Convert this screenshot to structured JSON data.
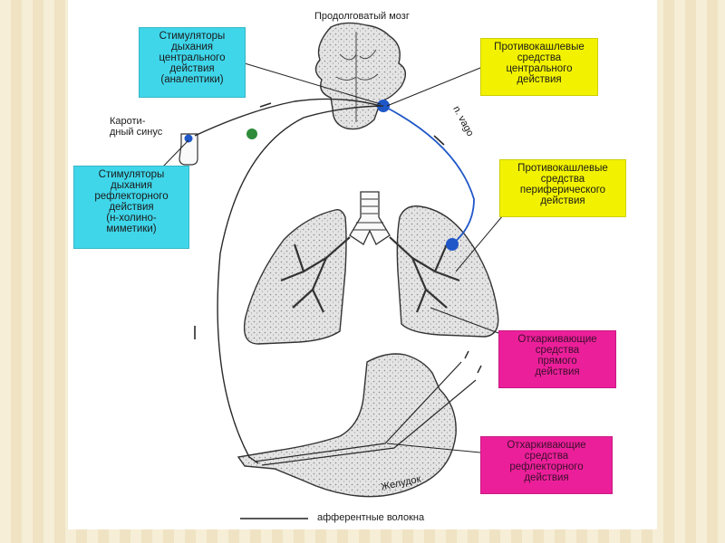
{
  "labels": {
    "brainstem": "Продолговатый мозг",
    "carotid_sinus": "Кароти-\nдный синус",
    "vagus": "n. vago",
    "stomach": "Желудок",
    "legend": "афферентные волокна"
  },
  "boxes": {
    "central_stimulants": "Стимуляторы\nдыхания\nцентрального\nдействия\n(аналептики)",
    "central_antitussives": "Противокашлевые\nсредства\nцентрального\nдействия",
    "reflex_stimulants": "Стимуляторы\nдыхания\nрефлекторного\nдействия\n(н-холино-\nмиметики)",
    "peripheral_antitussives": "Противокашлевые\nсредства\nпериферического\nдействия",
    "expectorants_direct": "Отхаркивающие\nсредства\nпрямого\nдействия",
    "expectorants_reflex": "Отхаркивающие\nсредства\nрефлекторного\nдействия"
  },
  "colors": {
    "cyan": "#3fd6ea",
    "yellow": "#f2f200",
    "magenta": "#ec1f9a",
    "nerve_blue": "#1f57c8",
    "node_green": "#2e8b3a"
  }
}
